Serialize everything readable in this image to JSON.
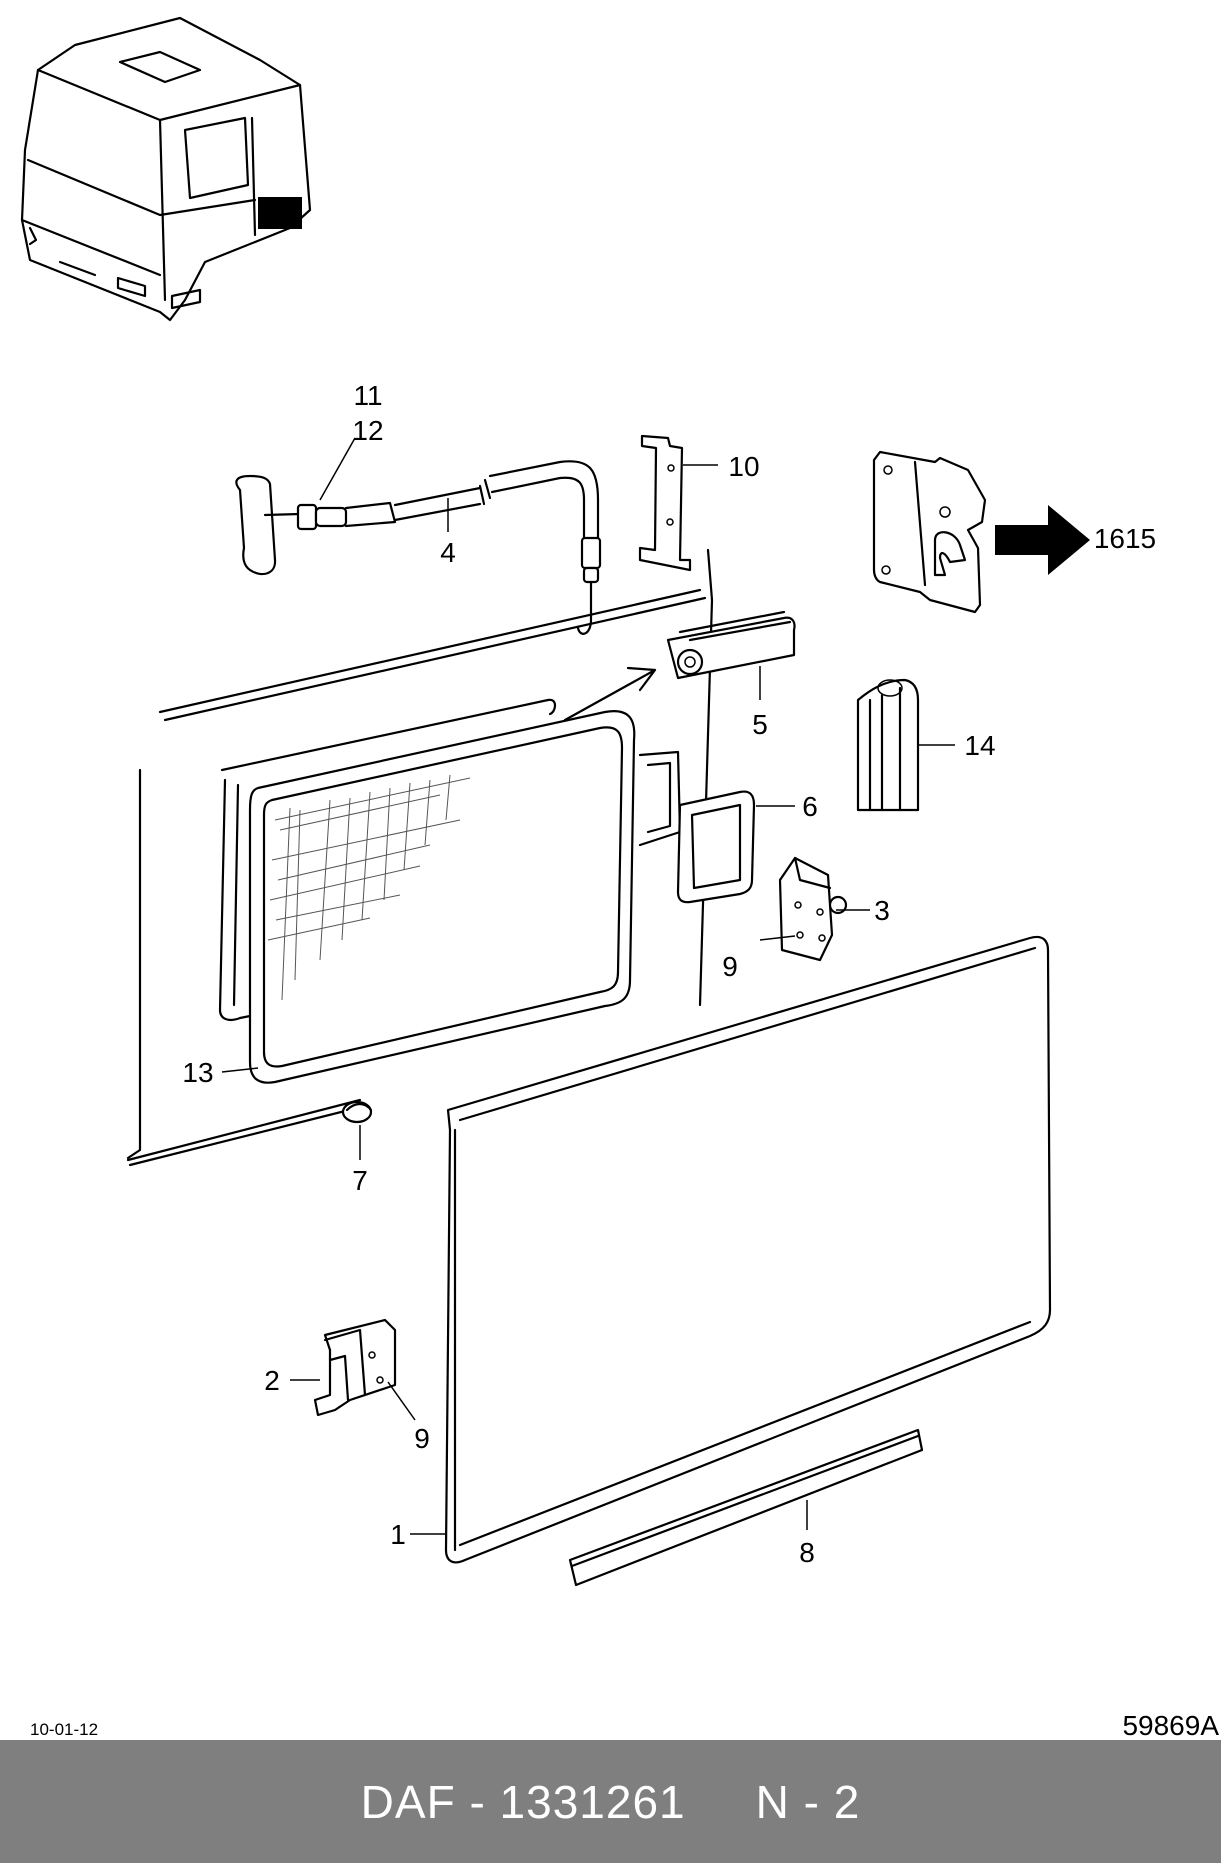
{
  "callouts": {
    "c11": "11",
    "c12": "12",
    "c4": "4",
    "c10": "10",
    "c1615": "1615",
    "c5": "5",
    "c14": "14",
    "c6": "6",
    "c3": "3",
    "c9a": "9",
    "c13": "13",
    "c7": "7",
    "c2": "2",
    "c9b": "9",
    "c1": "1",
    "c8": "8"
  },
  "date_code": "10-01-12",
  "drawing_ref": "59869A",
  "footer": {
    "part": "DAF - 1331261",
    "page": "N - 2",
    "background": "#7f7f7f",
    "text_color": "#ffffff"
  },
  "icons": [
    "truck-cab-thumbnail",
    "arrow-right-icon"
  ]
}
